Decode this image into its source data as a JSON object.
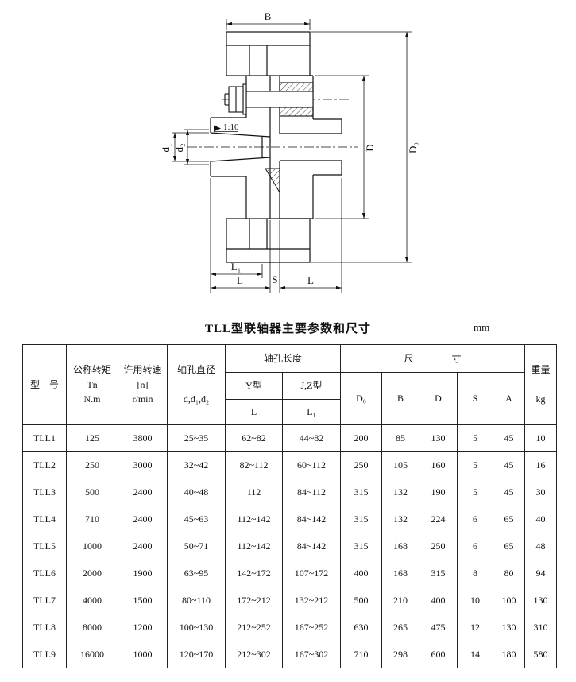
{
  "title": {
    "text": "TLL型联轴器主要参数和尺寸",
    "unit": "mm"
  },
  "drawing": {
    "labels": {
      "B": "B",
      "D": "D",
      "D0": "D₀",
      "d1": "d₁",
      "d2": "d₂",
      "taper": "1:10",
      "L1": "L₁",
      "L_left": "L",
      "S": "S",
      "L_right": "L"
    }
  },
  "table": {
    "header": {
      "model": "型　号",
      "torque": "公称转矩\nTn\nN.m",
      "speed": "许用转速\n[n]\nr/min",
      "bore_dia": "轴孔直径\n\nd,d₁,d₂",
      "bore_len": "轴孔长度",
      "y_type": "Y型",
      "jz_type": "J,Z型",
      "col_L": "L",
      "col_L1": "L₁",
      "size": "尺　　　　寸",
      "col_D0": "D₀",
      "col_B": "B",
      "col_D": "D",
      "col_S": "S",
      "col_A": "A",
      "weight": "重量\n\nkg"
    },
    "rows": [
      [
        "TLL1",
        "125",
        "3800",
        "25~35",
        "62~82",
        "44~82",
        "200",
        "85",
        "130",
        "5",
        "45",
        "10"
      ],
      [
        "TLL2",
        "250",
        "3000",
        "32~42",
        "82~112",
        "60~112",
        "250",
        "105",
        "160",
        "5",
        "45",
        "16"
      ],
      [
        "TLL3",
        "500",
        "2400",
        "40~48",
        "112",
        "84~112",
        "315",
        "132",
        "190",
        "5",
        "45",
        "30"
      ],
      [
        "TLL4",
        "710",
        "2400",
        "45~63",
        "112~142",
        "84~142",
        "315",
        "132",
        "224",
        "6",
        "65",
        "40"
      ],
      [
        "TLL5",
        "1000",
        "2400",
        "50~71",
        "112~142",
        "84~142",
        "315",
        "168",
        "250",
        "6",
        "65",
        "48"
      ],
      [
        "TLL6",
        "2000",
        "1900",
        "63~95",
        "142~172",
        "107~172",
        "400",
        "168",
        "315",
        "8",
        "80",
        "94"
      ],
      [
        "TLL7",
        "4000",
        "1500",
        "80~110",
        "172~212",
        "132~212",
        "500",
        "210",
        "400",
        "10",
        "100",
        "130"
      ],
      [
        "TLL8",
        "8000",
        "1200",
        "100~130",
        "212~252",
        "167~252",
        "630",
        "265",
        "475",
        "12",
        "130",
        "310"
      ],
      [
        "TLL9",
        "16000",
        "1000",
        "120~170",
        "212~302",
        "167~302",
        "710",
        "298",
        "600",
        "14",
        "180",
        "580"
      ]
    ]
  }
}
